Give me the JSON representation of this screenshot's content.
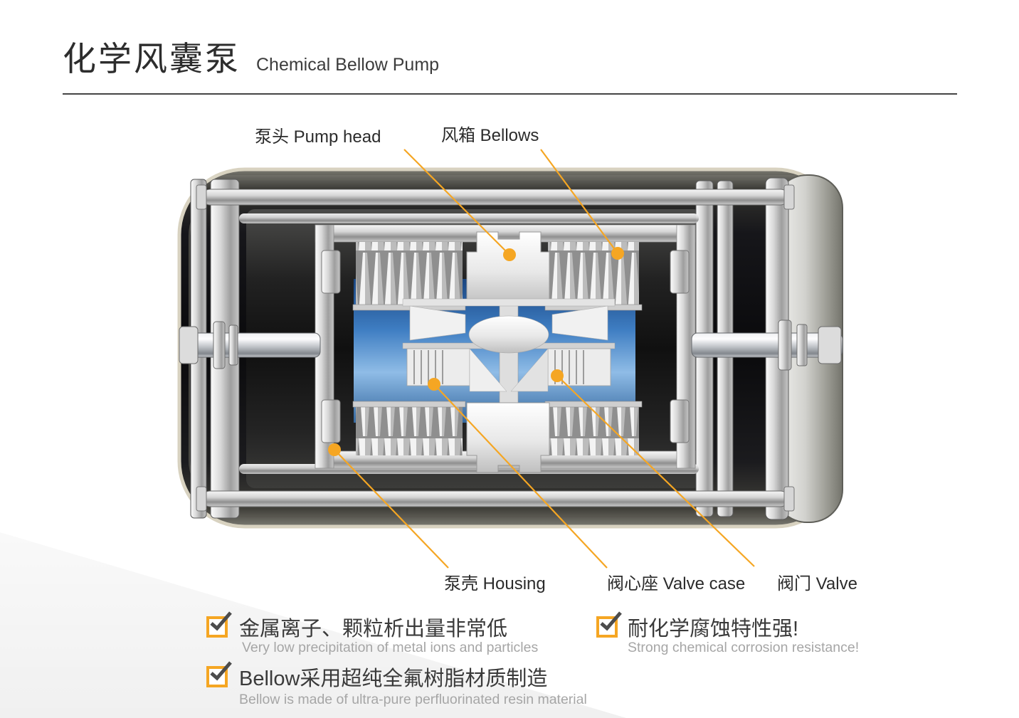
{
  "header": {
    "title_zh": "化学风囊泵",
    "title_en": "Chemical Bellow Pump"
  },
  "callouts": {
    "pump_head": "泵头 Pump head",
    "bellows": "风箱 Bellows",
    "housing": "泵壳 Housing",
    "valve_case": "阀心座 Valve case",
    "valve": "阀门 Valve"
  },
  "features": [
    {
      "zh": "金属离子、颗粒析出量非常低",
      "en": "Very low precipitation of metal ions and particles"
    },
    {
      "zh": "耐化学腐蚀特性强!",
      "en": "Strong chemical corrosion resistance!"
    },
    {
      "zh": "Bellow采用超纯全氟树脂材质制造",
      "en": "Bellow is made of ultra-pure perfluorinated resin material"
    }
  ],
  "colors": {
    "accent_orange": "#F5A623",
    "chamber_blue": "#3e7dc2",
    "text_dark": "#333333",
    "text_muted": "#a6a6a6"
  }
}
